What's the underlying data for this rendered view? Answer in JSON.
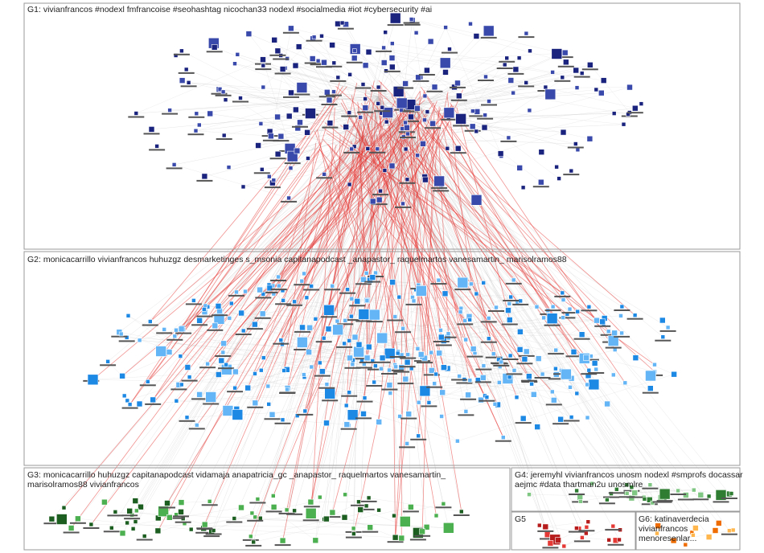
{
  "groups": [
    {
      "id": "G1",
      "label": "G1: vivianfrancos #nodexl fmfrancoise #seohashtag nicochan33 nodexl #socialmedia #iot #cybersecurity #ai",
      "node_color": "#1a237e",
      "accent": "#3949ab"
    },
    {
      "id": "G2",
      "label": "G2: monicacarrillo vivianfrancos huhuzgz desmarketinges s_msonia capitanapodcast _anapastor_ raquelmartos vanesamartin_ marisolramos88",
      "node_color": "#1e88e5",
      "accent": "#64b5f6"
    },
    {
      "id": "G3",
      "label": "G3: monicacarrillo huhuzgz capitanapodcast vidamaja anapatricia_gc _anapastor_ raquelmartos vanesamartin_ marisolramos88 vivianfrancos",
      "node_color": "#1b5e20",
      "accent": "#4caf50"
    },
    {
      "id": "G4",
      "label": "G4: jeremyhl vivianfrancos unosm nodexl #smprofs docassar aejmc #data thartman2u unosmlre",
      "node_color": "#2e7d32",
      "accent": "#81c784"
    },
    {
      "id": "G5",
      "label": "G5",
      "node_color": "#b71c1c",
      "accent": "#e53935"
    },
    {
      "id": "G6",
      "label": "G6: katinaverdecia vivianfrancos menoresenlar...",
      "node_color": "#ef6c00",
      "accent": "#ffb74d"
    }
  ],
  "edge_colors": {
    "gray": "#c8c8c8",
    "red": "#e53935"
  }
}
